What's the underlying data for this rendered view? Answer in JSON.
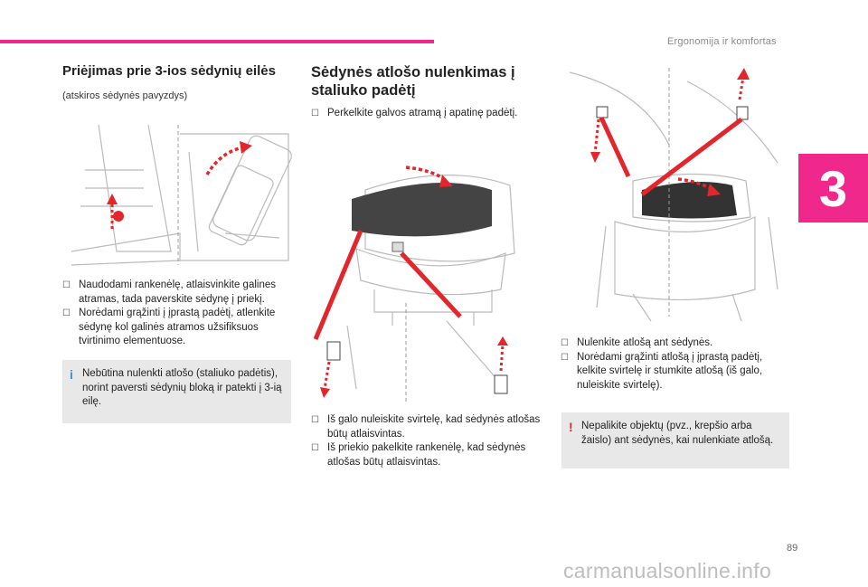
{
  "header": {
    "section_title": "Ergonomija ir komfortas",
    "chapter_number": "3"
  },
  "col1": {
    "heading": "Priėjimas prie 3-ios sėdynių eilės",
    "subtitle": "(atskiros sėdynės pavyzdys)",
    "steps": [
      "Naudodami rankenėlę, atlaisvinkite galines atramas, tada paverskite sėdynę į priekį.",
      "Norėdami grąžinti į įprastą padėtį, atlenkite sėdynę kol galinės atramos užsifiksuos tvirtinimo elementuose."
    ],
    "note": "Nebūtina nulenkti atlošo (staliuko padėtis), norint paversti sėdynių bloką ir patekti į 3-ią eilę."
  },
  "col2": {
    "heading": "Sėdynės atlošo nulenkimas į staliuko padėtį",
    "step_top": "Perkelkite galvos atramą į apatinę padėtį.",
    "steps": [
      "Iš galo nuleiskite svirtelę, kad sėdynės atlošas būtų atlaisvintas.",
      "Iš priekio pakelkite rankenėlę, kad sėdynės atlošas būtų atlaisvintas."
    ]
  },
  "col3": {
    "steps": [
      "Nulenkite atlošą ant sėdynės.",
      "Norėdami grąžinti atlošą į įprastą padėtį, kelkite svirtelę ir stumkite atlošą (iš galo, nuleiskite svirtelę)."
    ],
    "warning": "Nepalikite objektų (pvz., krepšio arba žaislo) ant sėdynės, kai nulenkiate atlošą."
  },
  "note_markers": {
    "info": "i",
    "warning": "!"
  },
  "bullet_glyph": "",
  "page_number": "89",
  "watermark": "carmanualsonline.info",
  "colors": {
    "accent": "#f0288c",
    "arrow_red": "#e3262b",
    "note_bg": "#e8e8e8"
  }
}
